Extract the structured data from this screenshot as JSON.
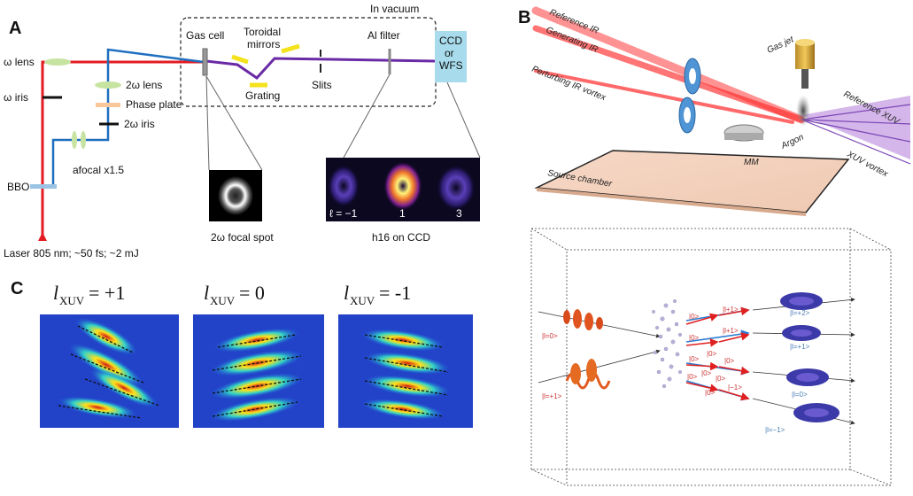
{
  "panels": {
    "a": "A",
    "b": "B",
    "c": "C"
  },
  "panel_a": {
    "in_vacuum": "In vacuum",
    "gas_cell": "Gas cell",
    "toroidal_mirrors": [
      "Toroidal",
      "mirrors"
    ],
    "grating": "Grating",
    "slits": "Slits",
    "al_filter": "Al filter",
    "detector": [
      "CCD",
      "or",
      "WFS"
    ],
    "omega_lens": "ω lens",
    "omega_iris": "ω iris",
    "two_omega_lens": "2ω lens",
    "phase_plate": "Phase plate",
    "two_omega_iris": "2ω iris",
    "afocal": "afocal x1.5",
    "bbo": "BBO",
    "laser": "Laser 805 nm; ~50 fs; ~2 mJ",
    "focal_spot": "2ω focal spot",
    "ccd_caption": "h16 on CCD",
    "ccd_orders": [
      "ℓ = −1",
      "1",
      "3"
    ]
  },
  "panel_b": {
    "reference_ir": "Reference IR",
    "generating_ir": "Generating IR",
    "perturbing_ir": "Perturbing IR vortex",
    "gas_jet": "Gas jet",
    "reference_xuv": "Reference XUV",
    "argon": "Argon",
    "xuv_vortex": "XUV vortex",
    "mm": "MM",
    "source_chamber": "Source chamber",
    "states_left": [
      "|l=0>",
      "|l=+1>"
    ],
    "states_mid": [
      "|0>",
      "|l+1>",
      "|0>",
      "|l+1>",
      "|0>",
      "|0>",
      "|0>",
      "|0>",
      "|0>",
      "|0>",
      "|−1>",
      "|0>"
    ],
    "states_right": [
      "|l=+2>",
      "|l=+1>",
      "|l=0>",
      "|l=−1>"
    ]
  },
  "panel_c": {
    "maps": [
      {
        "prefix": "l",
        "sub": "XUV",
        "value": "= +1"
      },
      {
        "prefix": "l",
        "sub": "XUV",
        "value": "= 0"
      },
      {
        "prefix": "l",
        "sub": "XUV",
        "value": "= -1"
      }
    ]
  }
}
